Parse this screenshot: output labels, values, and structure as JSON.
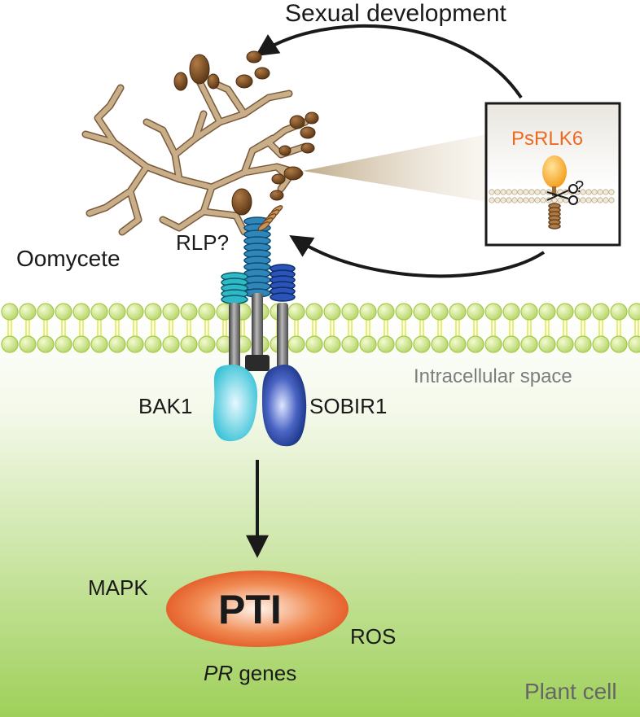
{
  "labels": {
    "sexual_development": "Sexual development",
    "psrlk6": "PsRLK6",
    "scissors_question": "?",
    "rlp": "RLP?",
    "oomycete": "Oomycete",
    "intracellular_space": "Intracellular space",
    "bak1": "BAK1",
    "sobir1": "SOBIR1",
    "mapk": "MAPK",
    "pti": "PTI",
    "ros": "ROS",
    "pr_italic": "PR",
    "genes": " genes",
    "plant_cell": "Plant cell"
  },
  "colors": {
    "gradient_top": "#ffffff",
    "gradient_bottom": "#9fd05a",
    "membrane_bead": "#cfe888",
    "membrane_outline": "#a6c84a",
    "hypha": "#c9ae8a",
    "hypha_outline": "#7a5a3a",
    "sporangium": "#6b4423",
    "psrlk6_text": "#ef6a20",
    "psrlk6_ligand": "#f4a020",
    "bak1_fill": "#35c4d6",
    "sobir1_fill": "#1c3c9a",
    "rlp_coil": "#2f86b8",
    "pti_fill": "#e64e1c",
    "arrow": "#1a1a1a",
    "gray_text": "#7d7d7d"
  },
  "icons": [
    "scissors-icon"
  ]
}
